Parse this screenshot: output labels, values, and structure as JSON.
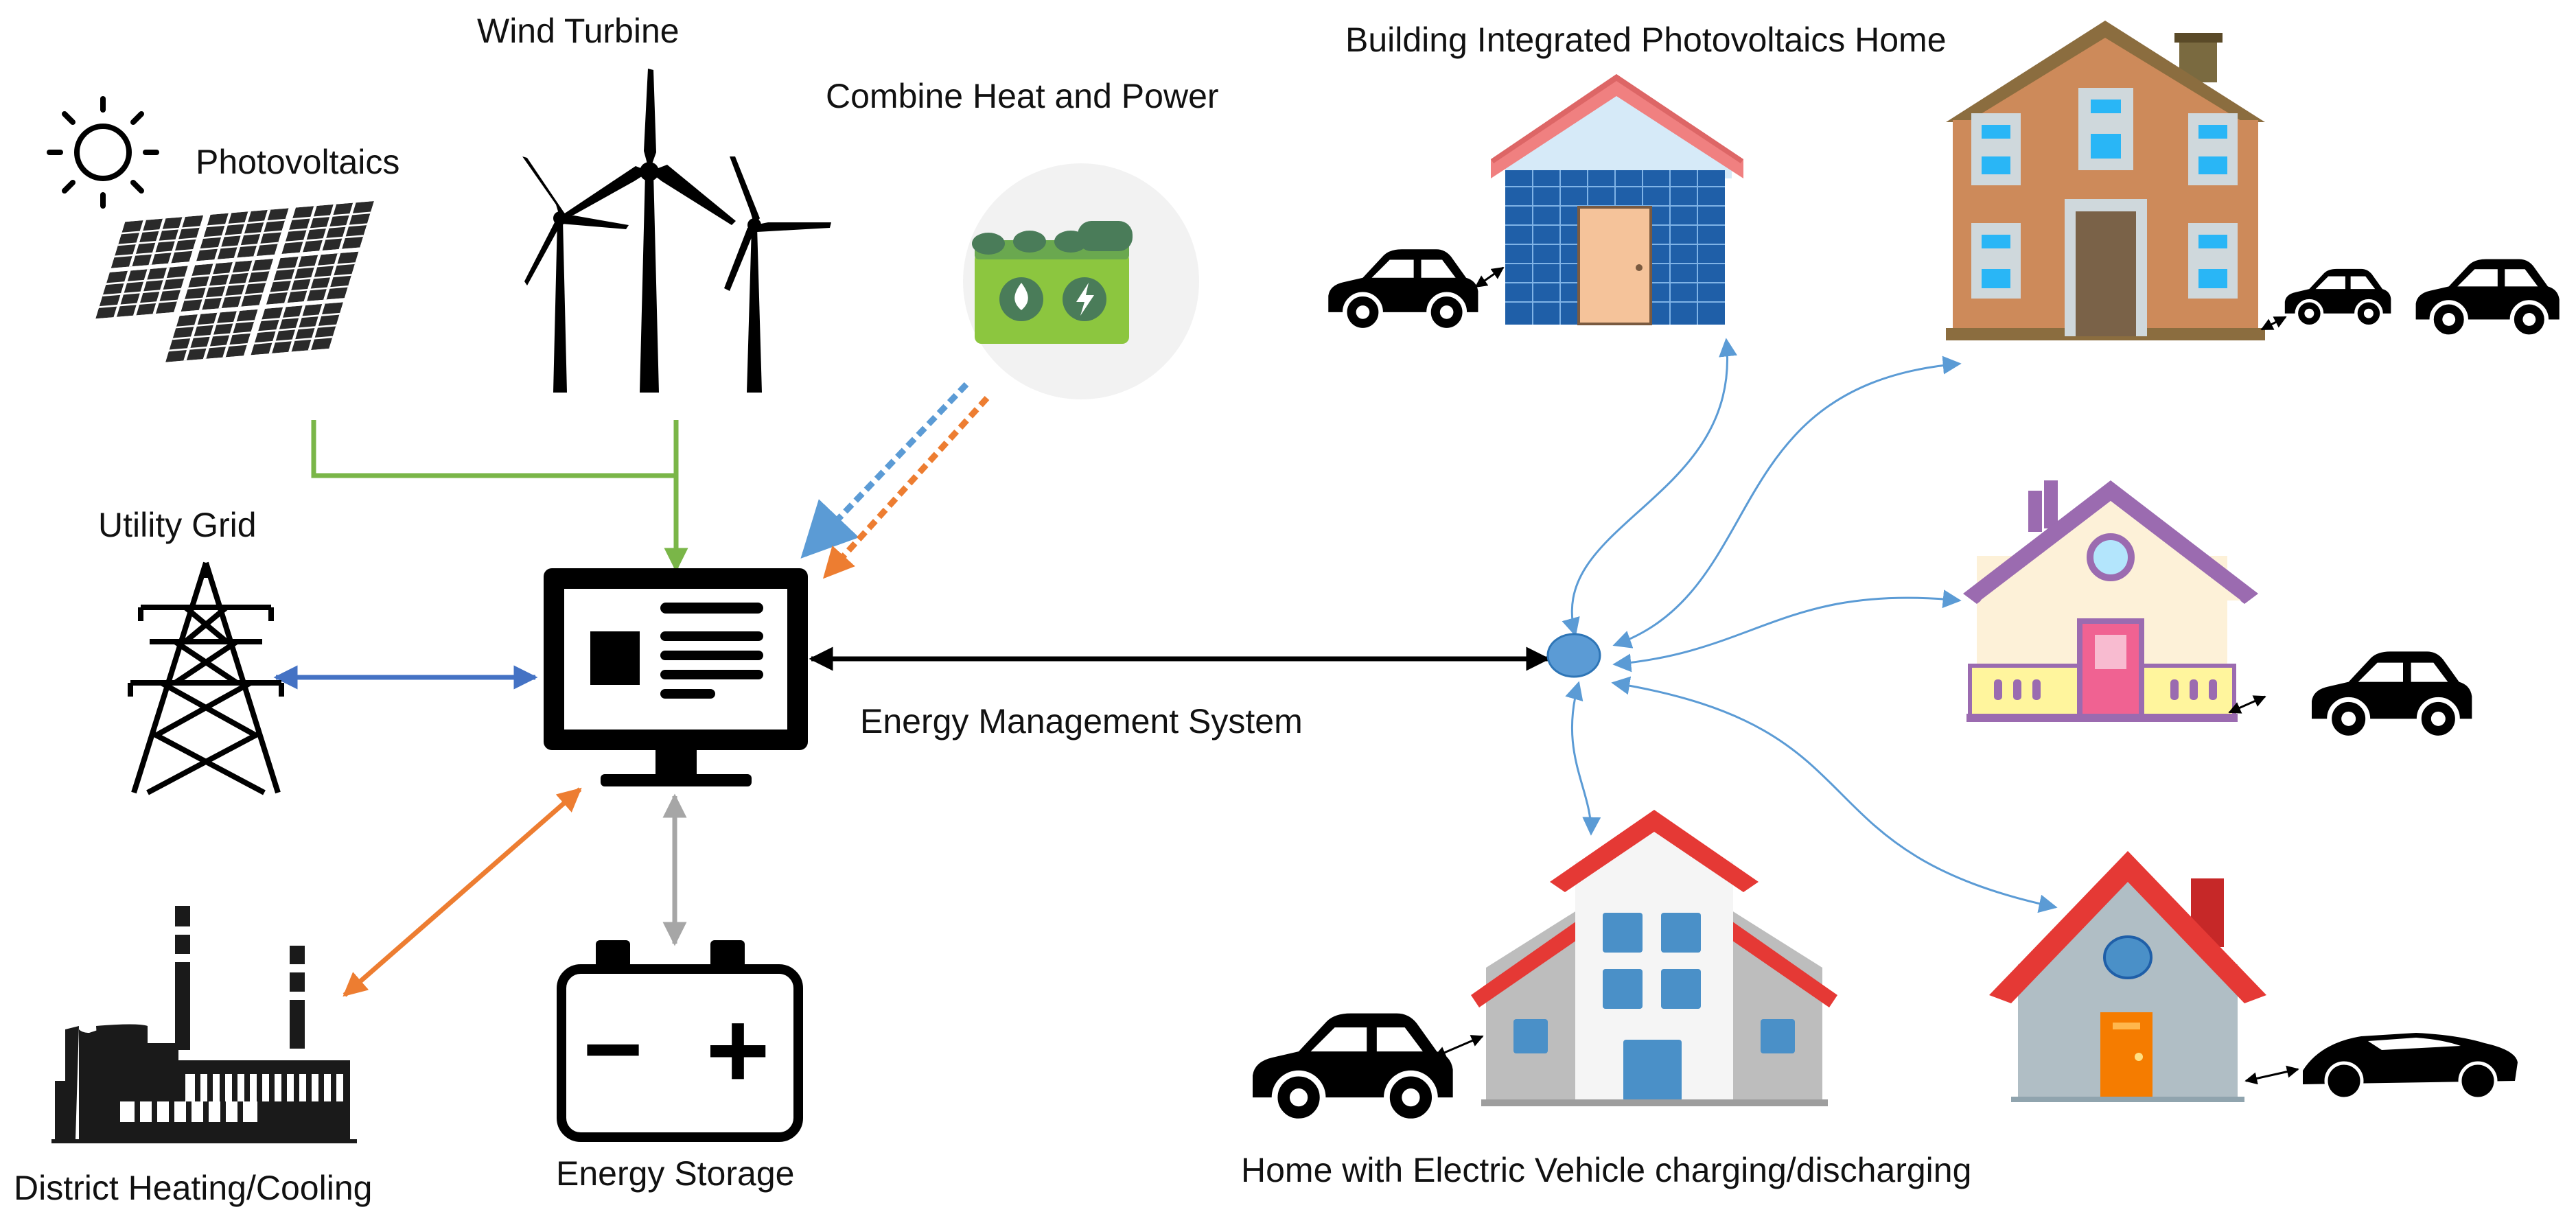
{
  "labels": {
    "photovoltaics": "Photovoltaics",
    "wind_turbine": "Wind Turbine",
    "chp": "Combine Heat and Power",
    "bipv_home": "Building Integrated Photovoltaics Home",
    "utility_grid": "Utility Grid",
    "ems": "Energy Management System",
    "district": "District Heating/Cooling",
    "storage": "Energy Storage",
    "ev_home": "Home with Electric Vehicle charging/discharging"
  },
  "battery": {
    "minus": "−",
    "plus": "+"
  },
  "colors": {
    "green_link": "#7ab648",
    "blue_link": "#4472c4",
    "orange_link": "#ed7d31",
    "gray_link": "#a6a6a6",
    "hub": "#5b9bd5",
    "dotted_blue": "#5b9bd5",
    "dotted_orange": "#ed7d31"
  },
  "icons": [
    "sun-icon",
    "solar-panel-icon",
    "wind-turbine-icon",
    "chp-icon",
    "transmission-tower-icon",
    "monitor-icon",
    "factory-icon",
    "battery-icon",
    "house-icon",
    "car-icon",
    "hub-node-icon"
  ]
}
